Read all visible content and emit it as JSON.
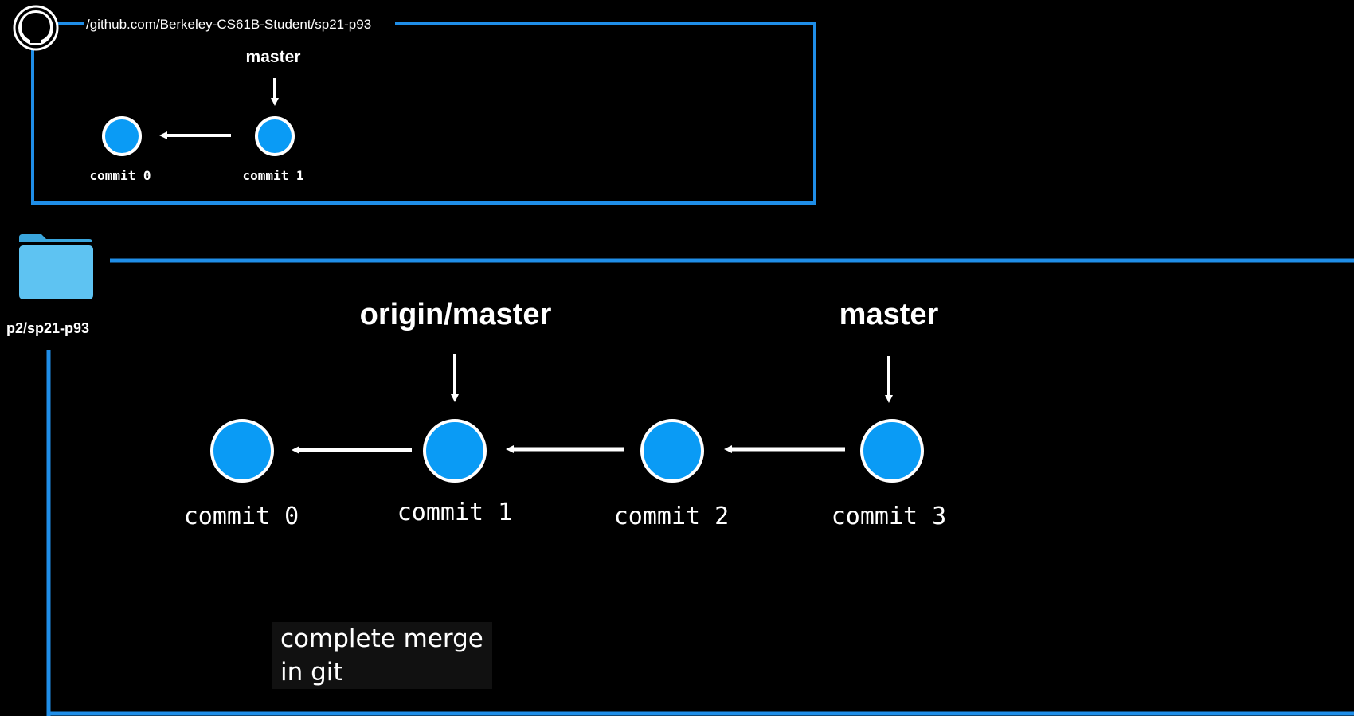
{
  "remote": {
    "url": "/github.com/Berkeley-CS61B-Student/sp21-p93",
    "branch_label": "master",
    "commits": [
      "commit 0",
      "commit 1"
    ],
    "icon": "github-icon"
  },
  "local": {
    "folder_label": "p2/sp21-p93",
    "folder_icon": "folder-icon",
    "branch_labels": [
      "origin/master",
      "master"
    ],
    "commits": [
      "commit 0",
      "commit 1",
      "commit 2",
      "commit 3"
    ]
  },
  "caption": {
    "line1": "complete merge",
    "line2": "in git"
  },
  "colors": {
    "background": "#000000",
    "frame": "#1f8ee8",
    "node": "#0a9bf5",
    "node_border": "#ffffff",
    "folder": "#5ec3f2"
  }
}
